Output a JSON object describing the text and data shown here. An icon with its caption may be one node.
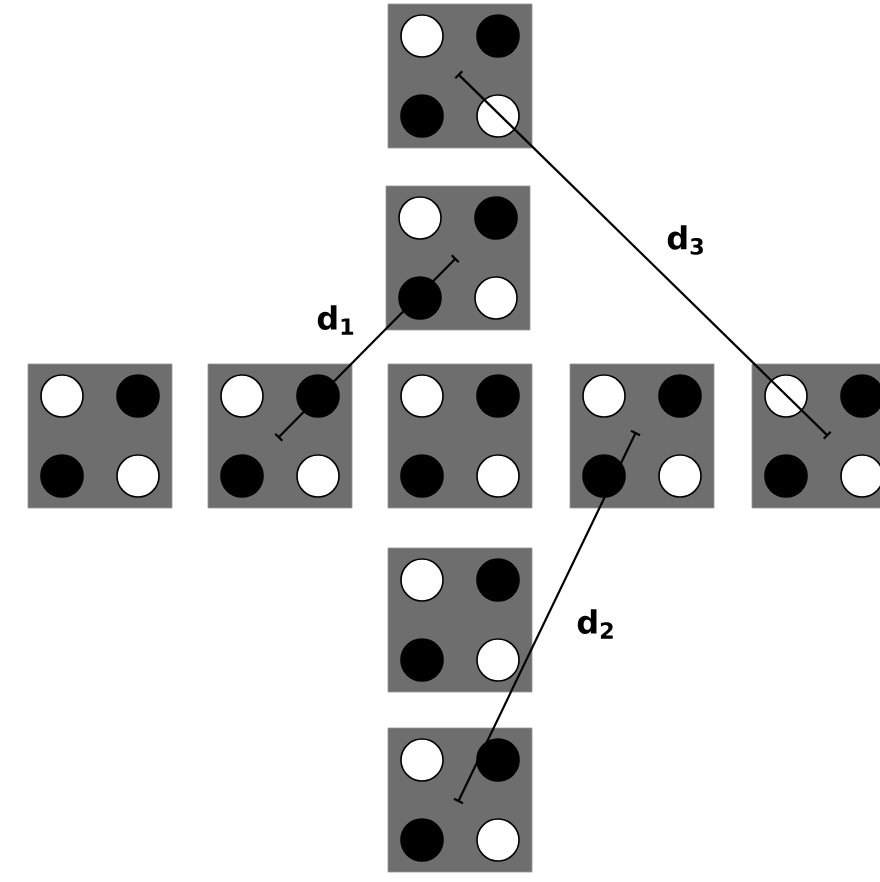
{
  "diagram": {
    "labels": [
      "d$_{1}$",
      "d$_{3}$",
      "d$_{2}$"
    ]
  }
}
